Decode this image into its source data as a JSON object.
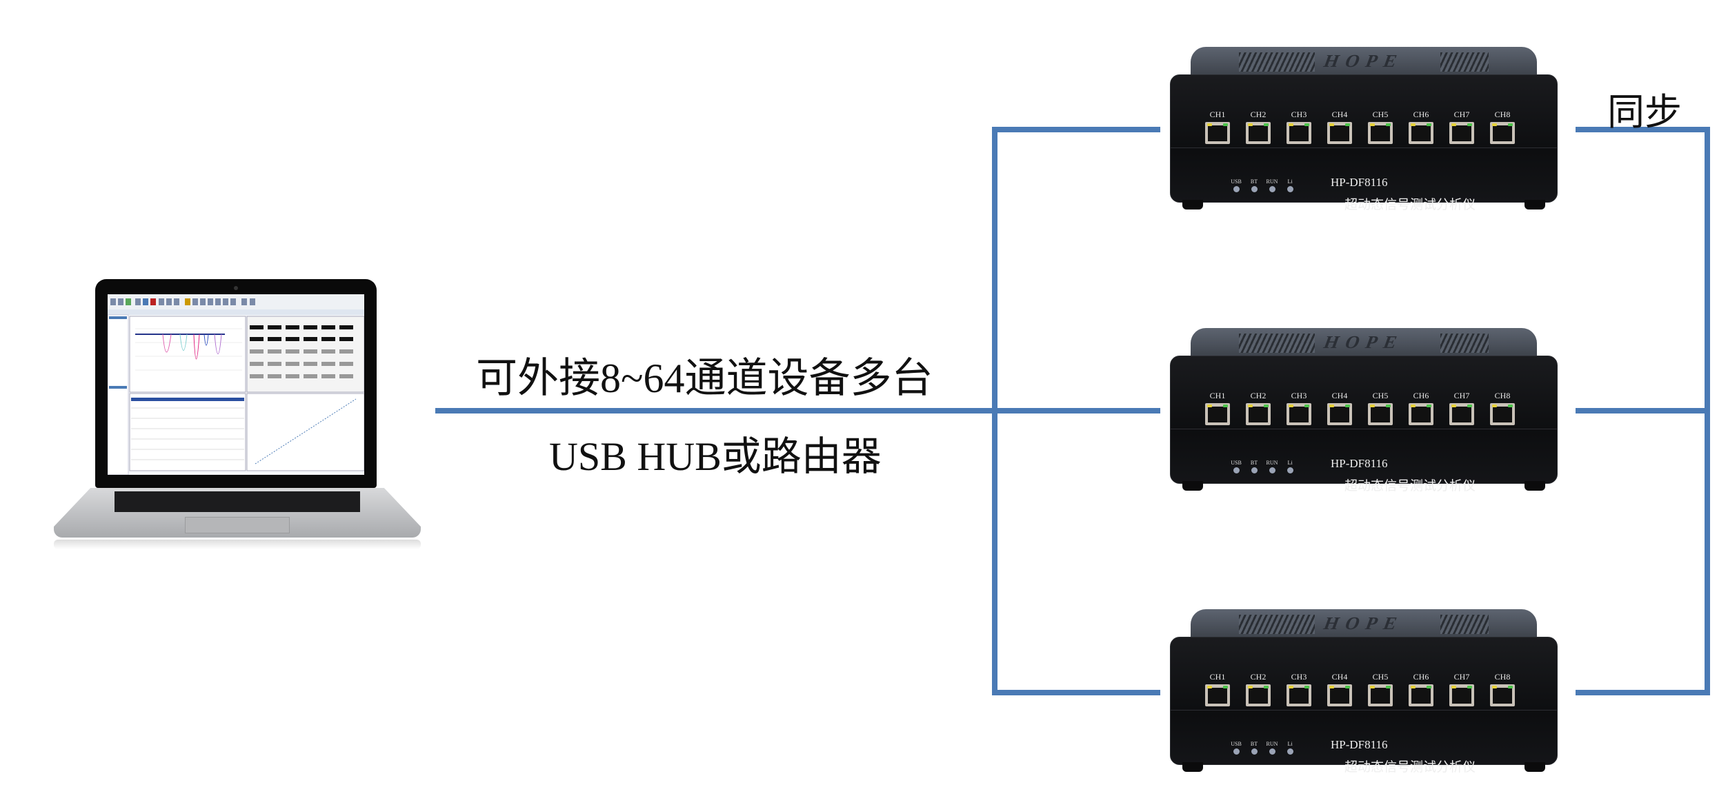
{
  "labels": {
    "connection_title": "可外接8~64通道设备多台",
    "connection_subtitle": "USB HUB或路由器",
    "sync": "同步"
  },
  "colors": {
    "wire": "#4a7ab5",
    "device_body": "#111214",
    "led_yellow": "#e6d23a",
    "led_green": "#4cc34a"
  },
  "devices": [
    {
      "logo": "HOPE",
      "model": "HP-DF8116",
      "name": "超动态信号测试分析仪",
      "channels": [
        "CH1",
        "CH2",
        "CH3",
        "CH4",
        "CH5",
        "CH6",
        "CH7",
        "CH8"
      ],
      "indicators": [
        "USB",
        "BT",
        "RUN",
        "Li"
      ]
    },
    {
      "logo": "HOPE",
      "model": "HP-DF8116",
      "name": "超动态信号测试分析仪",
      "channels": [
        "CH1",
        "CH2",
        "CH3",
        "CH4",
        "CH5",
        "CH6",
        "CH7",
        "CH8"
      ],
      "indicators": [
        "USB",
        "BT",
        "RUN",
        "Li"
      ]
    },
    {
      "logo": "HOPE",
      "model": "HP-DF8116",
      "name": "超动态信号测试分析仪",
      "channels": [
        "CH1",
        "CH2",
        "CH3",
        "CH4",
        "CH5",
        "CH6",
        "CH7",
        "CH8"
      ],
      "indicators": [
        "USB",
        "BT",
        "RUN",
        "Li"
      ]
    }
  ]
}
